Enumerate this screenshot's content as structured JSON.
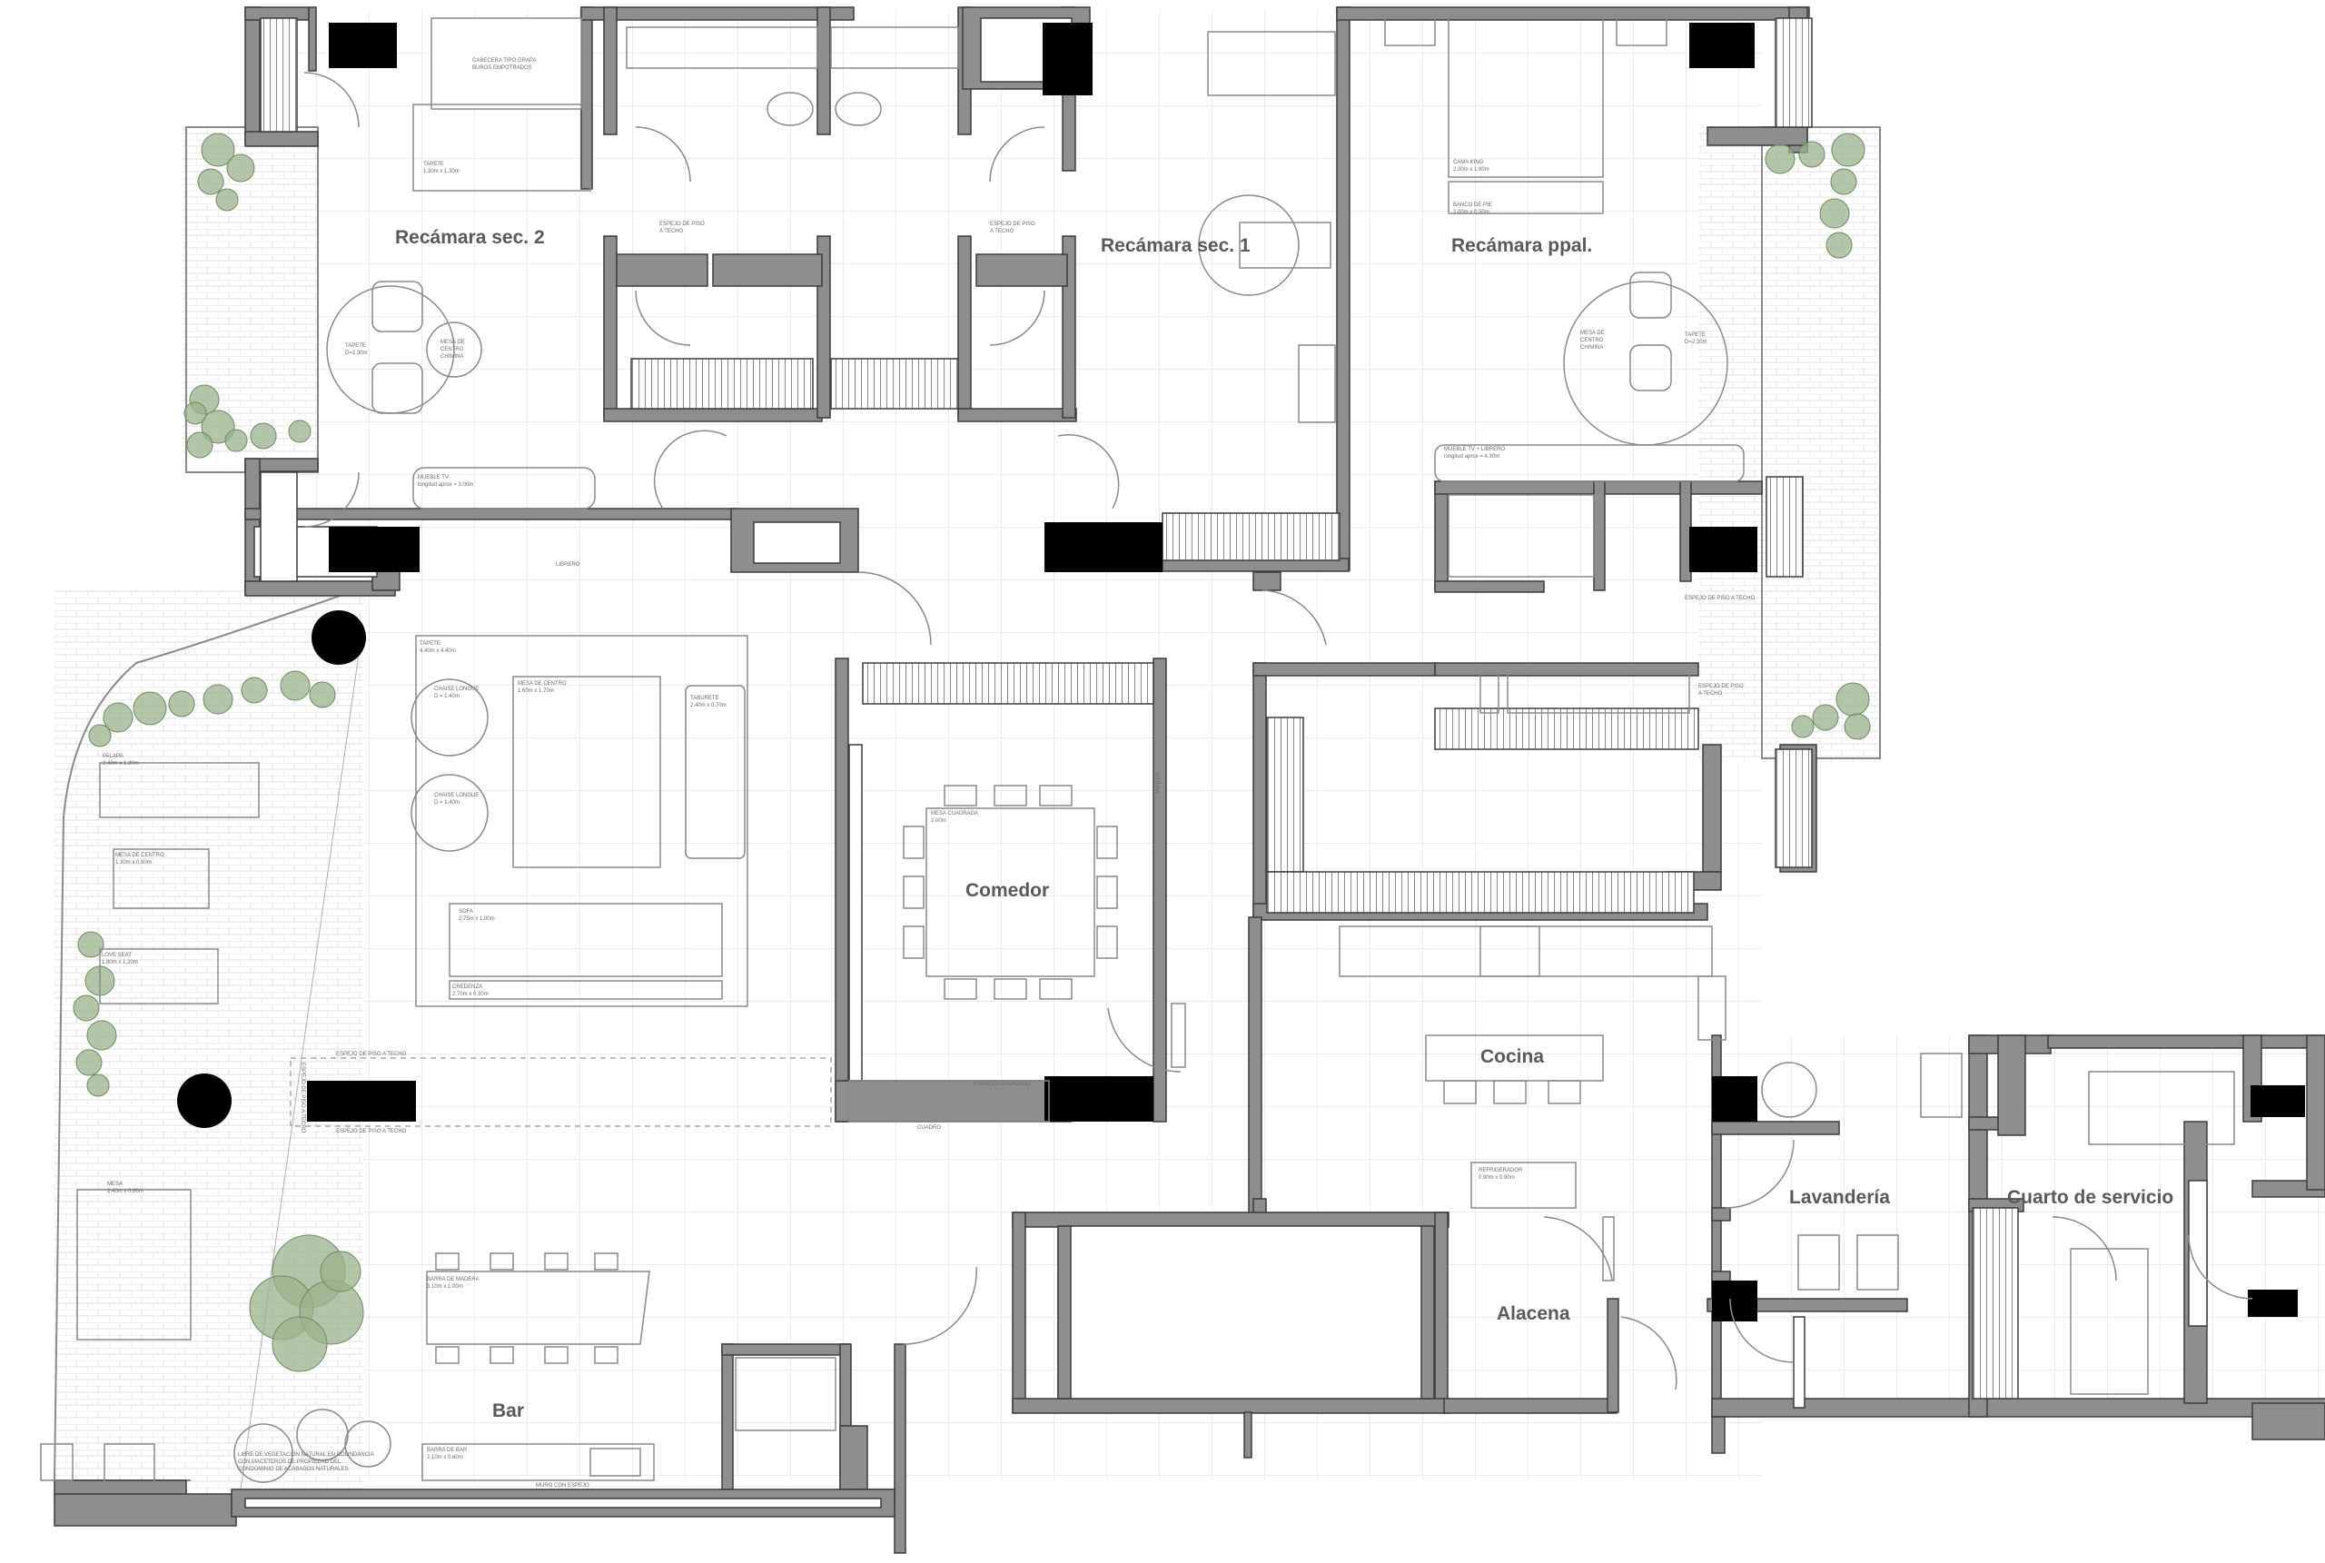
{
  "rooms": {
    "rec_sec2": "Recámara sec. 2",
    "rec_sec1": "Recámara sec. 1",
    "rec_ppal": "Recámara ppal.",
    "comedor": "Comedor",
    "cocina": "Cocina",
    "lavanderia": "Lavandería",
    "cuarto_servicio": "Cuarto de servicio",
    "alacena": "Alacena",
    "bar": "Bar"
  },
  "notes": {
    "cabecera": "CABECERA TIPO GRAPA",
    "buros": "BUROS EMPOTRADOS",
    "tapete_rs2": "TAPETE",
    "tapete_rs2_dim": "1.30m x 1.30m",
    "espejo_1": "ESPEJO DE PISO",
    "espejo_1b": "A TECHO",
    "espejo_2": "ESPEJO DE PISO",
    "espejo_2b": "A TECHO",
    "tapete_circ": "TAPETE",
    "tapete_circ_dim": "D=2.30m",
    "mesa_centro": "MESA DE",
    "mesa_centro_b": "CENTRO",
    "mesa_centro_c": "CHIMINA",
    "mueble_tv": "MUEBLE TV",
    "mueble_tv_dim": "longitud aprox = 3.00m",
    "librero": "LIBRERO",
    "cama_king": "CAMA KING",
    "cama_king_dim": "2.00m x 1.90m",
    "banco_pie": "BANCO DE PIE",
    "banco_pie_dim": "2.00m x 0.50m",
    "mesa_centro2": "MESA DE",
    "mesa_centro2_b": "CENTRO",
    "mesa_centro2_c": "CHIMINA",
    "tapete_ppal": "TAPETE",
    "tapete_ppal_dim": "D=2.20m",
    "mueble_tv_librero": "MUEBLE TV + LIBRERO",
    "mueble_tv_librero_dim": "longitud aprox = 4.30m",
    "espejo_3": "ESPEJO DE PISO A TECHO",
    "espejo_4": "ESPEJO DE PISO",
    "espejo_4b": "A TECHO",
    "tapete_sala": "TAPETE",
    "tapete_sala_dim": "4.40m x 4.40m",
    "chaise_1": "CHAISE LONGUE",
    "chaise_1_dim": "D = 1.40m",
    "chaise_2": "CHAISE LONGUE",
    "chaise_2_dim": "D = 1.40m",
    "mesa_sala": "MESA DE CENTRO",
    "mesa_sala_dim": "1.60m x 1.70m",
    "taburete": "TABURETE",
    "taburete_dim": "2.40m x 0.70m",
    "sofa": "SOFA",
    "sofa_dim": "2.75m x 1.00m",
    "credenza": "CREDENZA",
    "credenza_dim": "2.70m x 0.30m",
    "mesa_cuadrada": "MESA CUADRADA",
    "mesa_cuadrada_dim": "2.00m",
    "vitrina": "VITRINA",
    "espacio_guardado": "ESPACIO GUARDADO",
    "cuadro": "CUADRO",
    "espejo_5": "ESPEJO DE PISO A TECHO",
    "espejo_6": "ESPEJO DE PISO A TECHO",
    "espejo_7": "ESPEJO DE PISO A TECHO",
    "refrigerador": "REFRIGERADOR",
    "refrigerador_dim": "0.90m x 0.90m",
    "barra_madera": "BARRA DE MADERA",
    "barra_madera_dim": "3.10m x 1.00m",
    "barra_bar": "BARRA DE BAR",
    "barra_bar_dim": "2.10m x 0.60m",
    "muro": "MURO CON ESPEJO",
    "palapa": "PALAPA",
    "palapa_dim": "2.40m x 1.20m",
    "mesa_centro3": "MESA DE CENTRO",
    "mesa_centro3_dim": "1.30m x 0.80m",
    "love_seat": "LOVE SEAT",
    "love_seat_dim": "1.80m x 1.20m",
    "mesa_terraza": "MESA",
    "mesa_terraza_dim": "2.40m x 0.80m",
    "nota_terraza_1": "LIBRE DE VEGETACION NATURAL EN COLINDANCIA",
    "nota_terraza_2": "CON MACETEROS DE PROPIEDAD DEL",
    "nota_terraza_3": "CONDOMINIO DE ACABADOS NATURALES"
  },
  "colors": {
    "wall": "#8e8e8e",
    "wall_stroke": "#3c3c3c",
    "line": "#7a7a7a",
    "grid": "#e6e6e6",
    "plant": "#9bb38c",
    "column": "#000000",
    "label": "#5a5a5a"
  }
}
